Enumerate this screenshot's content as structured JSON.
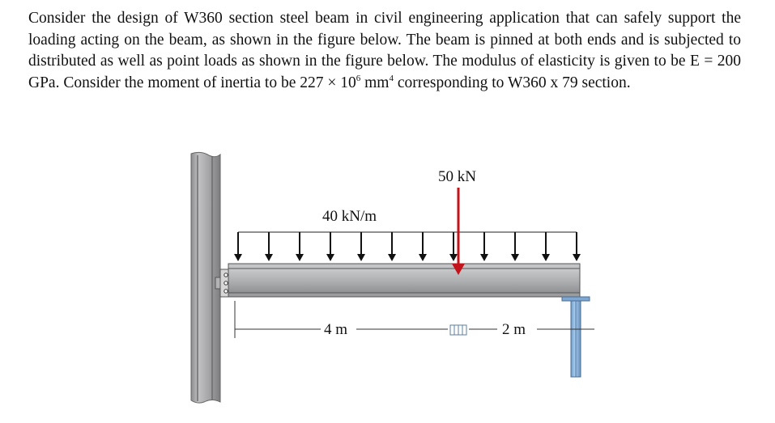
{
  "problem": {
    "intro": "Consider the design of W360 section steel beam in civil engineering application that can safely support the loading acting on the beam, as shown in the figure below. The beam is pinned at both ends and is subjected to distributed as well as point loads as shown in the figure below. The modulus of elasticity is given to be",
    "modulus_math": "E = 200 GPa",
    "mid": ". Consider the moment of inertia to be",
    "inertia_coeff": "227 × 10",
    "inertia_exp": "6",
    "inertia_unit": " mm",
    "inertia_unit_exp": "4",
    "tail": " corresponding to W360 x 79 section."
  },
  "figure": {
    "distributed_load_label": "40 kN/m",
    "point_load_label": "50 kN",
    "span_left_label": "4 m",
    "span_right_label": "2 m"
  },
  "colors": {
    "column": "#a9a9ab",
    "beam": "#aeb0b2",
    "point_load_arrow": "#c3141c",
    "support_post": "#8fb6dc"
  }
}
